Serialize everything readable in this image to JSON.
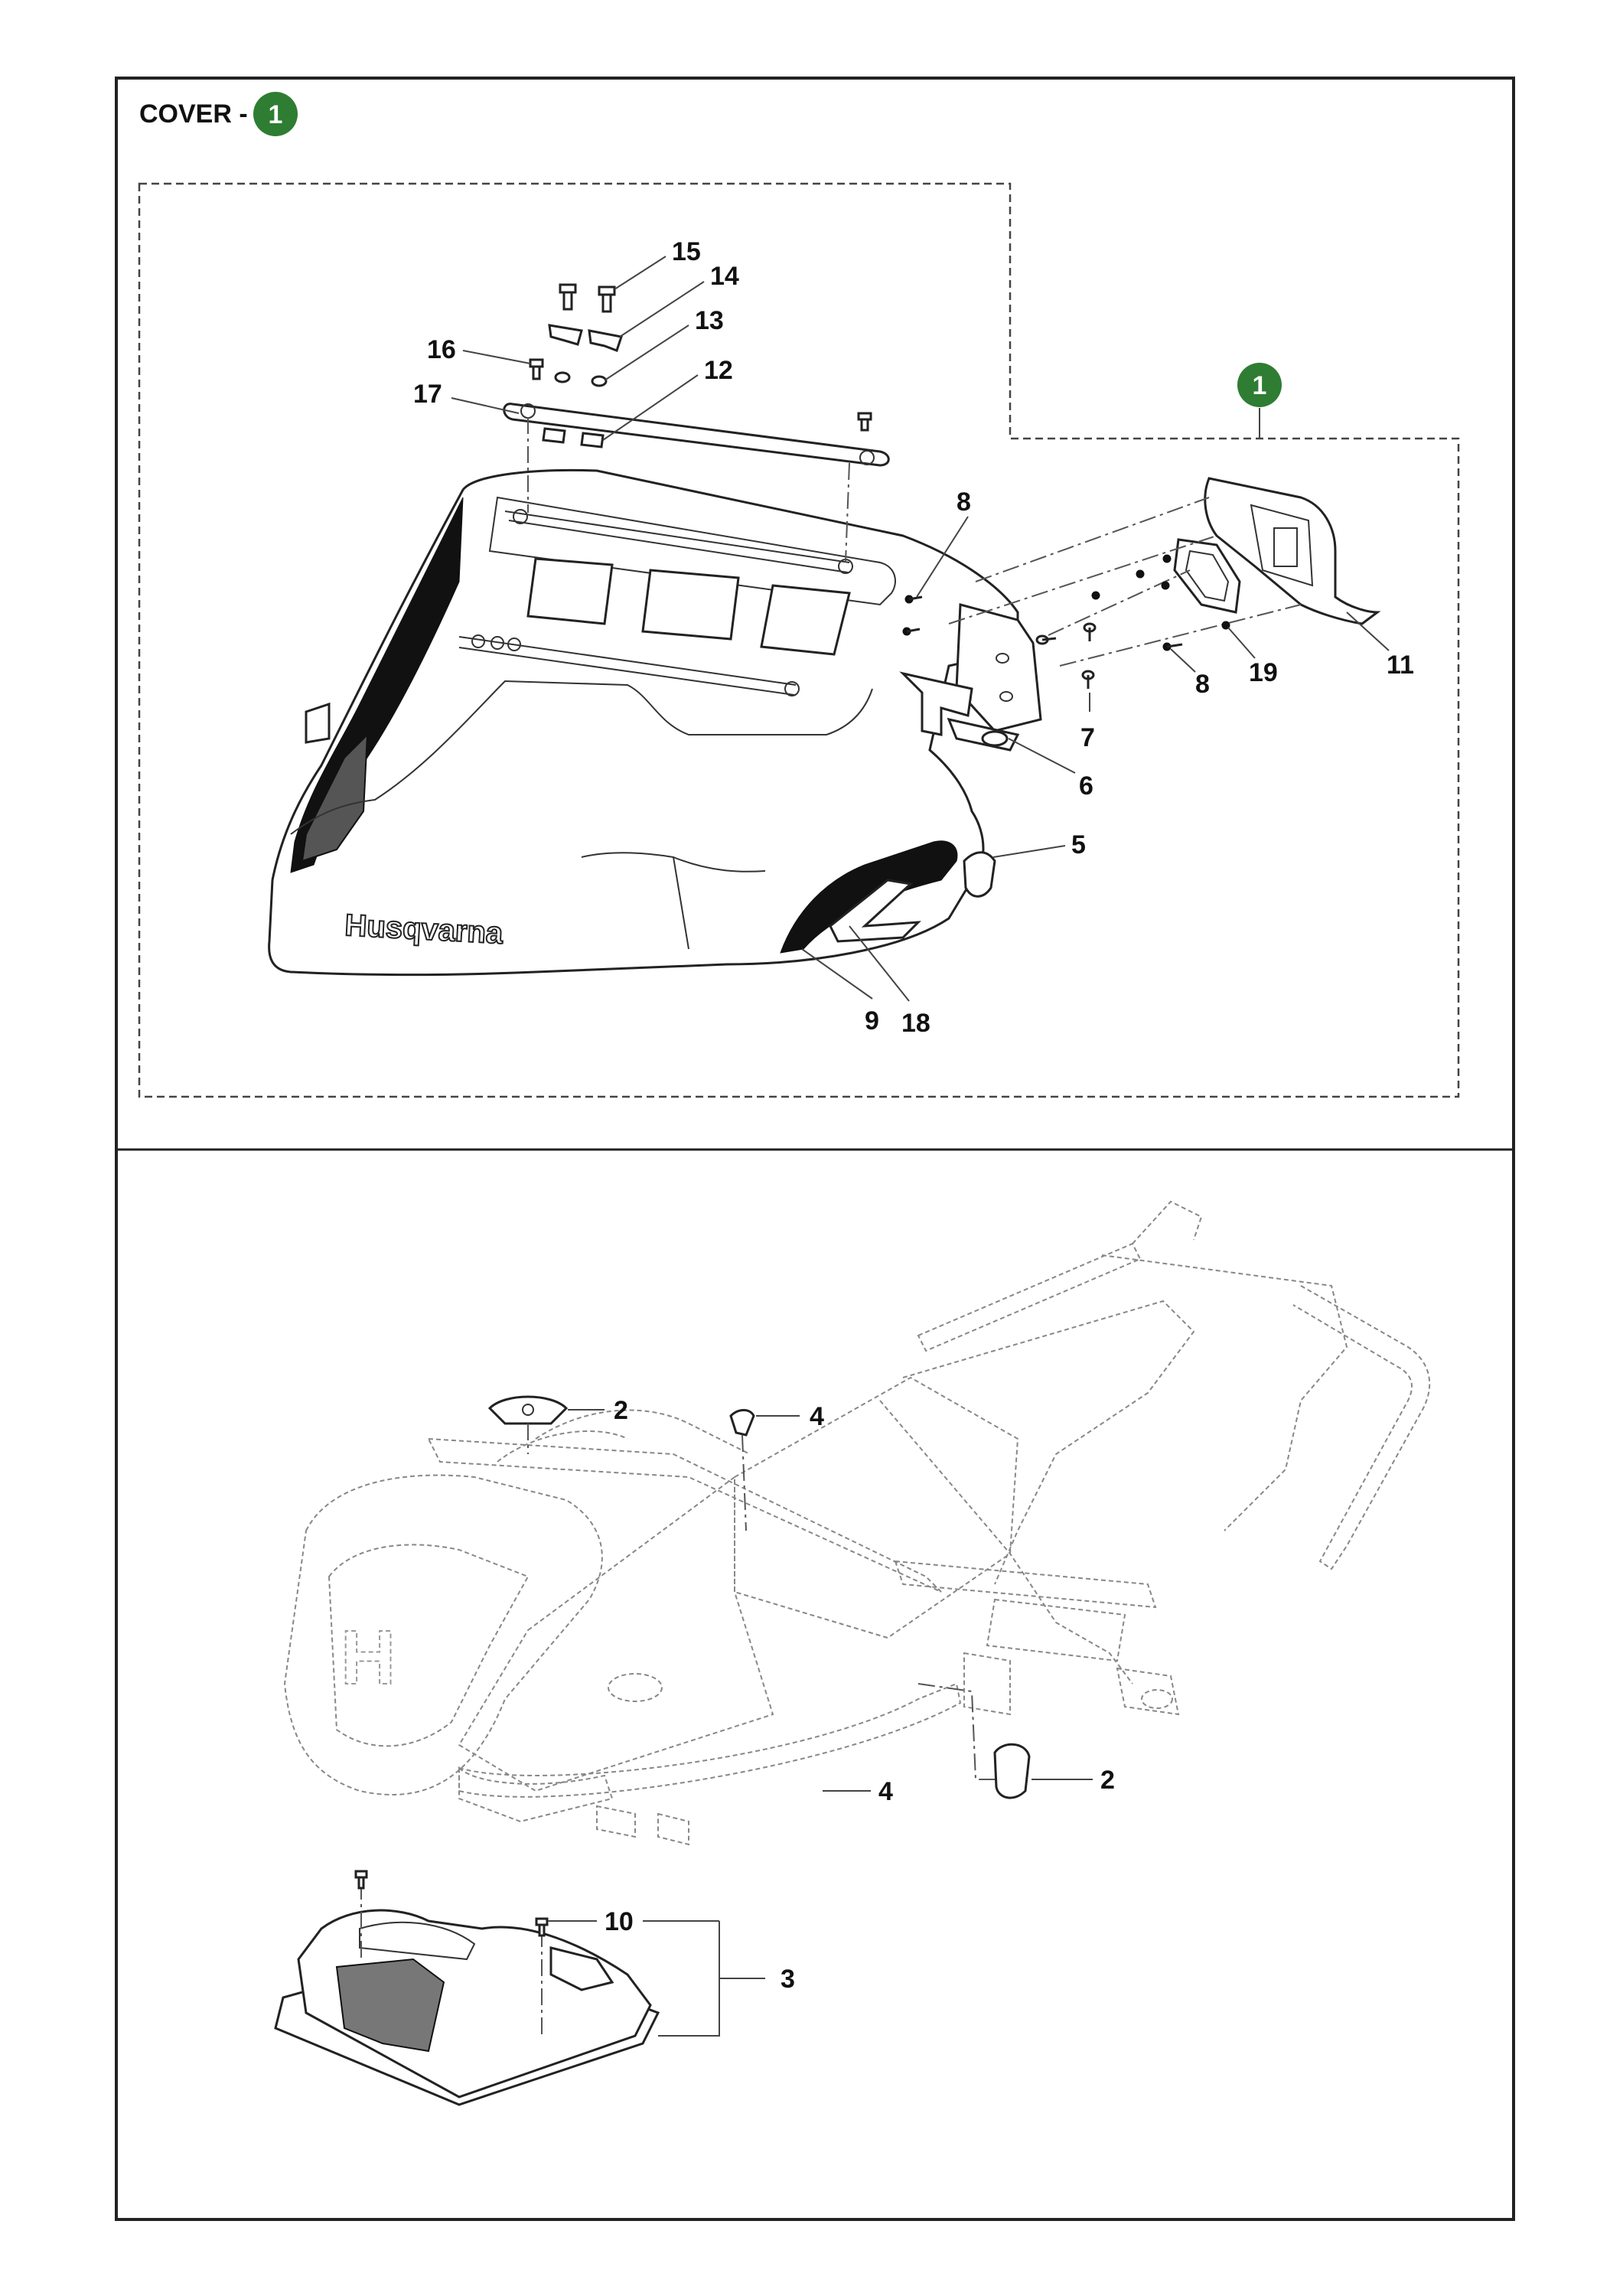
{
  "section": {
    "title": "COVER -",
    "badge_number": "1",
    "badge_color": "#2e7d32"
  },
  "assembly_callout": {
    "badge_number": "1"
  },
  "brand_logo_text": "Husqvarna",
  "callouts_top": [
    "15",
    "14",
    "13",
    "16",
    "12",
    "17",
    "8",
    "8",
    "19",
    "11",
    "7",
    "6",
    "5",
    "9",
    "18"
  ],
  "callouts_bottom": [
    "2",
    "4",
    "4",
    "2",
    "10",
    "3"
  ]
}
